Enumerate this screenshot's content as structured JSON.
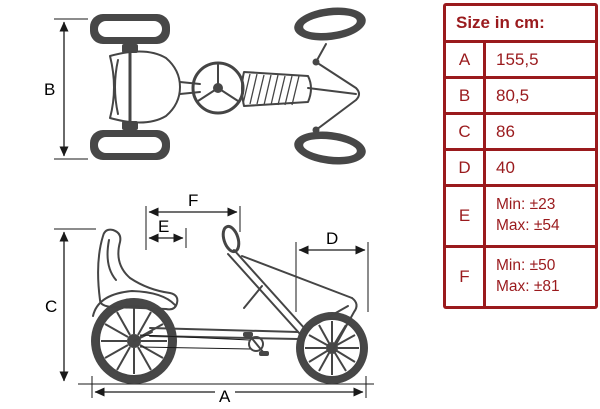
{
  "table": {
    "title": "Size in cm:",
    "rows": [
      {
        "label": "A",
        "lines": [
          "155,5"
        ]
      },
      {
        "label": "B",
        "lines": [
          "80,5"
        ]
      },
      {
        "label": "C",
        "lines": [
          "86"
        ]
      },
      {
        "label": "D",
        "lines": [
          "40"
        ]
      },
      {
        "label": "E",
        "lines": [
          "Min: ±23",
          "Max: ±54"
        ]
      },
      {
        "label": "F",
        "lines": [
          "Min: ±50",
          "Max: ±81"
        ]
      }
    ]
  },
  "drawing": {
    "labels": {
      "A": "A",
      "B": "B",
      "C": "C",
      "D": "D",
      "E": "E",
      "F": "F"
    }
  },
  "colors": {
    "table_accent": "#9a1a1d",
    "cell_background": "#ffffff",
    "drawing_line": "#454545",
    "dimension_line": "#1a1a1a"
  }
}
